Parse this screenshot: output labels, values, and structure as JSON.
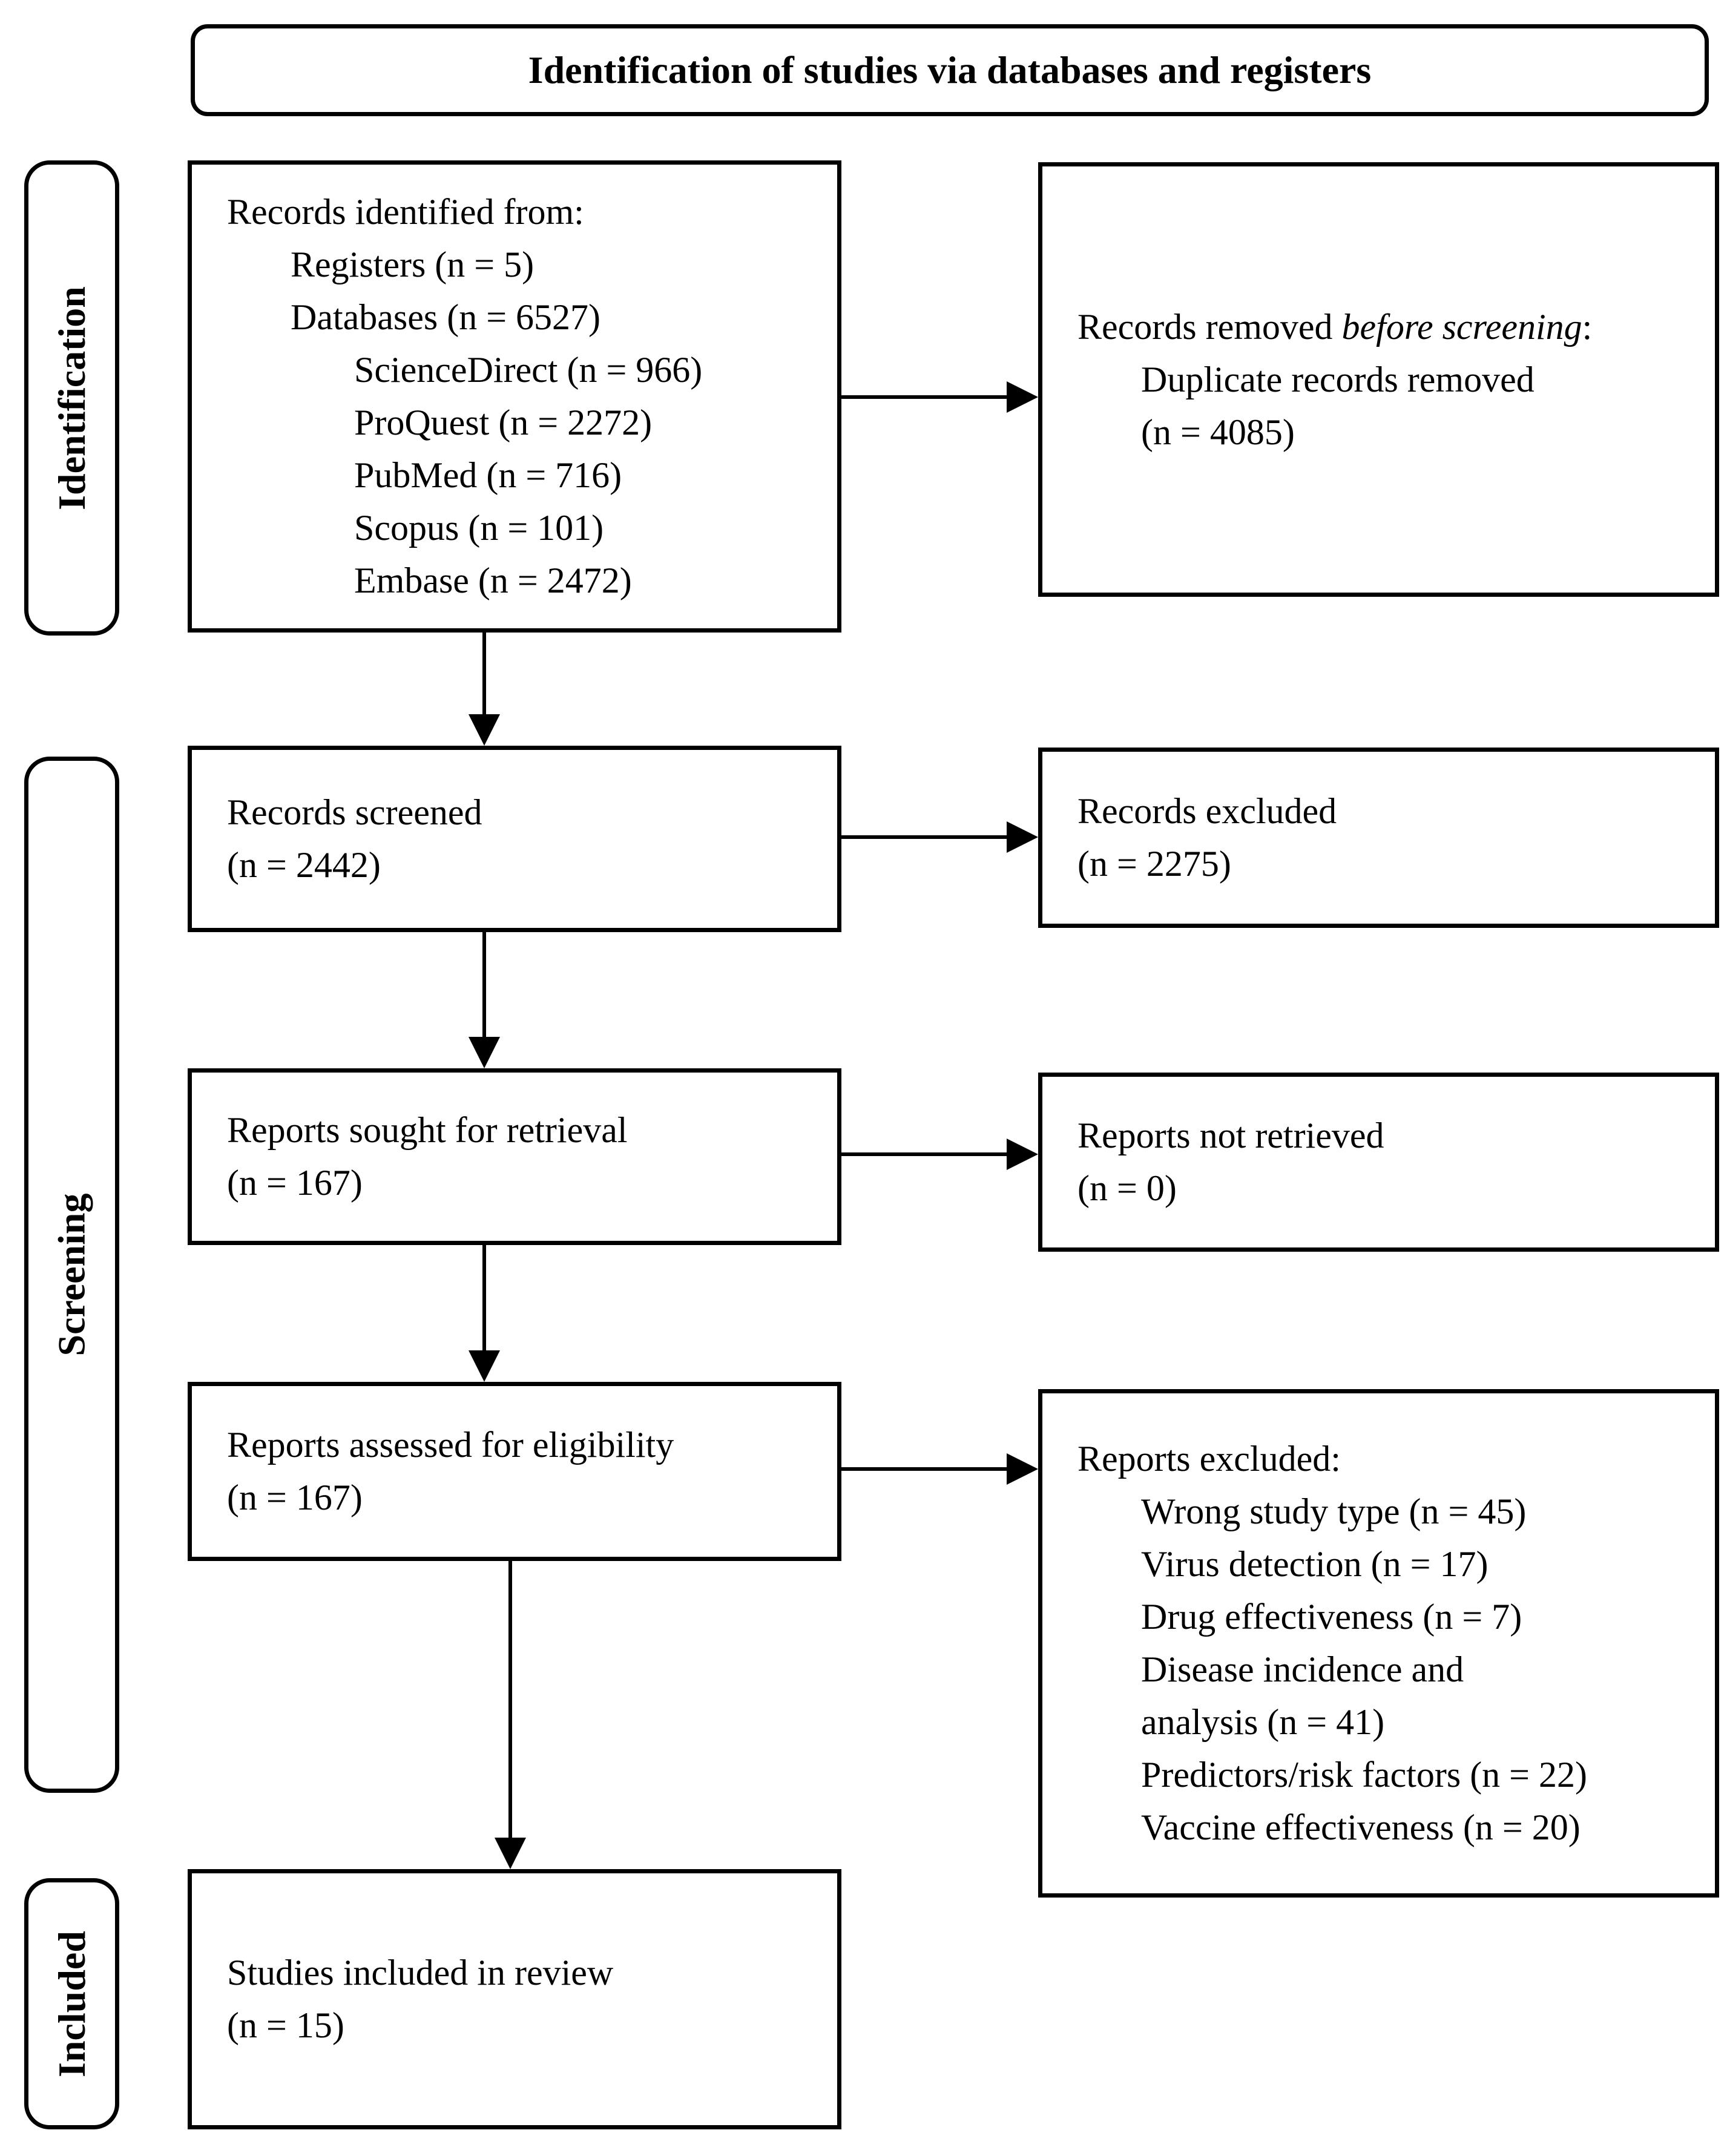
{
  "header": {
    "title": "Identification of studies via databases and registers"
  },
  "stages": {
    "identification": "Identification",
    "screening": "Screening",
    "included": "Included"
  },
  "boxes": {
    "records_identified": {
      "lines": [
        "Records identified from:",
        "Registers (n = 5)",
        "Databases (n = 6527)",
        "ScienceDirect (n = 966)",
        "ProQuest (n = 2272)",
        "PubMed (n = 716)",
        "Scopus (n = 101)",
        "Embase (n = 2472)"
      ]
    },
    "records_removed": {
      "line1_prefix": "Records removed ",
      "line1_italic": "before screening",
      "line1_suffix": ":",
      "lines": [
        "Duplicate records removed",
        "(n = 4085)"
      ]
    },
    "records_screened": {
      "lines": [
        "Records screened",
        "(n = 2442)"
      ]
    },
    "records_excluded": {
      "lines": [
        "Records excluded",
        "(n = 2275)"
      ]
    },
    "reports_sought": {
      "lines": [
        "Reports sought for retrieval",
        "(n = 167)"
      ]
    },
    "reports_not_retrieved": {
      "lines": [
        "Reports not retrieved",
        "(n = 0)"
      ]
    },
    "reports_assessed": {
      "lines": [
        "Reports assessed for eligibility",
        "(n = 167)"
      ]
    },
    "reports_excluded": {
      "lines": [
        "Reports excluded:",
        "Wrong study type (n = 45)",
        "Virus detection (n = 17)",
        "Drug effectiveness (n = 7)",
        "Disease incidence and",
        "analysis (n = 41)",
        "Predictors/risk factors (n = 22)",
        "Vaccine effectiveness (n = 20)"
      ]
    },
    "studies_included": {
      "lines": [
        "Studies included in review",
        "(n = 15)"
      ]
    }
  },
  "colors": {
    "border": "#000000",
    "text": "#000000",
    "background": "#ffffff"
  }
}
